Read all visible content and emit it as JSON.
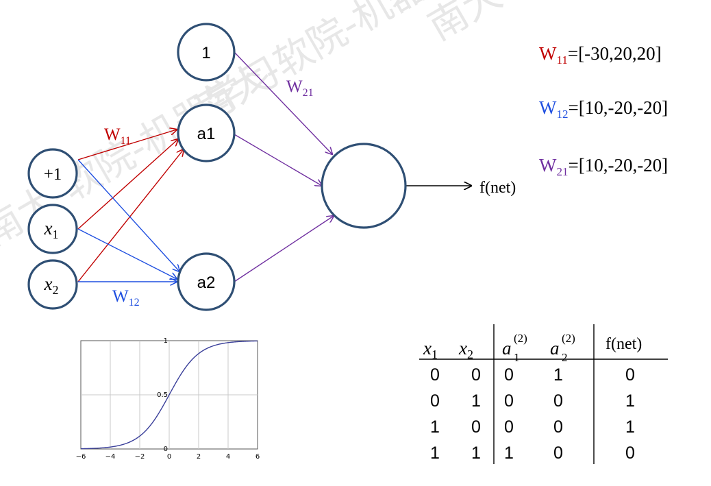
{
  "watermark": "南大-软院-机器学习",
  "colors": {
    "w11": "#c00000",
    "w12": "#1f4fe0",
    "w21": "#7030a0",
    "node_stroke": "#2f4f74",
    "sigmoid": "#3a3f9a"
  },
  "nodes": {
    "bias_input": "+1",
    "x1": {
      "var": "x",
      "sub": "1"
    },
    "x2": {
      "var": "x",
      "sub": "2"
    },
    "bias_hidden": "1",
    "a1": "a1",
    "a2": "a2"
  },
  "output_label": "f(net)",
  "edge_labels": {
    "w11": {
      "main": "W",
      "sub": "11"
    },
    "w12": {
      "main": "W",
      "sub": "12"
    },
    "w21": {
      "main": "W",
      "sub": "21"
    }
  },
  "weights": [
    {
      "main": "W",
      "sub": "11",
      "value": "=[-30,20,20]"
    },
    {
      "main": "W",
      "sub": "12",
      "value": "=[10,-20,-20]"
    },
    {
      "main": "W",
      "sub": "21",
      "value": "=[10,-20,-20]"
    }
  ],
  "chart_data": {
    "type": "line",
    "title": "",
    "xlabel": "",
    "ylabel": "",
    "xlim": [
      -6,
      6
    ],
    "ylim": [
      0,
      1
    ],
    "x_ticks": [
      "−6",
      "−4",
      "−2",
      "0",
      "2",
      "4",
      "6"
    ],
    "y_ticks": [
      "0",
      "0.5",
      "1"
    ],
    "grid": true,
    "series": [
      {
        "function": "sigmoid",
        "x": [
          -6,
          -5,
          -4,
          -3,
          -2,
          -1,
          0,
          1,
          2,
          3,
          4,
          5,
          6
        ],
        "y": [
          0.0025,
          0.0067,
          0.018,
          0.047,
          0.119,
          0.269,
          0.5,
          0.731,
          0.881,
          0.953,
          0.982,
          0.9933,
          0.9975
        ]
      }
    ]
  },
  "truth_table": {
    "headers": [
      {
        "kind": "var",
        "base": "x",
        "sub": "1"
      },
      {
        "kind": "var",
        "base": "x",
        "sub": "2"
      },
      {
        "kind": "act",
        "base": "a",
        "sub": "1",
        "sup": "(2)"
      },
      {
        "kind": "act",
        "base": "a",
        "sub": "2",
        "sup": "(2)"
      },
      {
        "kind": "text",
        "text": "f(net)"
      }
    ],
    "rows": [
      [
        "0",
        "0",
        "0",
        "1",
        "0"
      ],
      [
        "0",
        "1",
        "0",
        "0",
        "1"
      ],
      [
        "1",
        "0",
        "0",
        "0",
        "1"
      ],
      [
        "1",
        "1",
        "1",
        "0",
        "0"
      ]
    ]
  }
}
